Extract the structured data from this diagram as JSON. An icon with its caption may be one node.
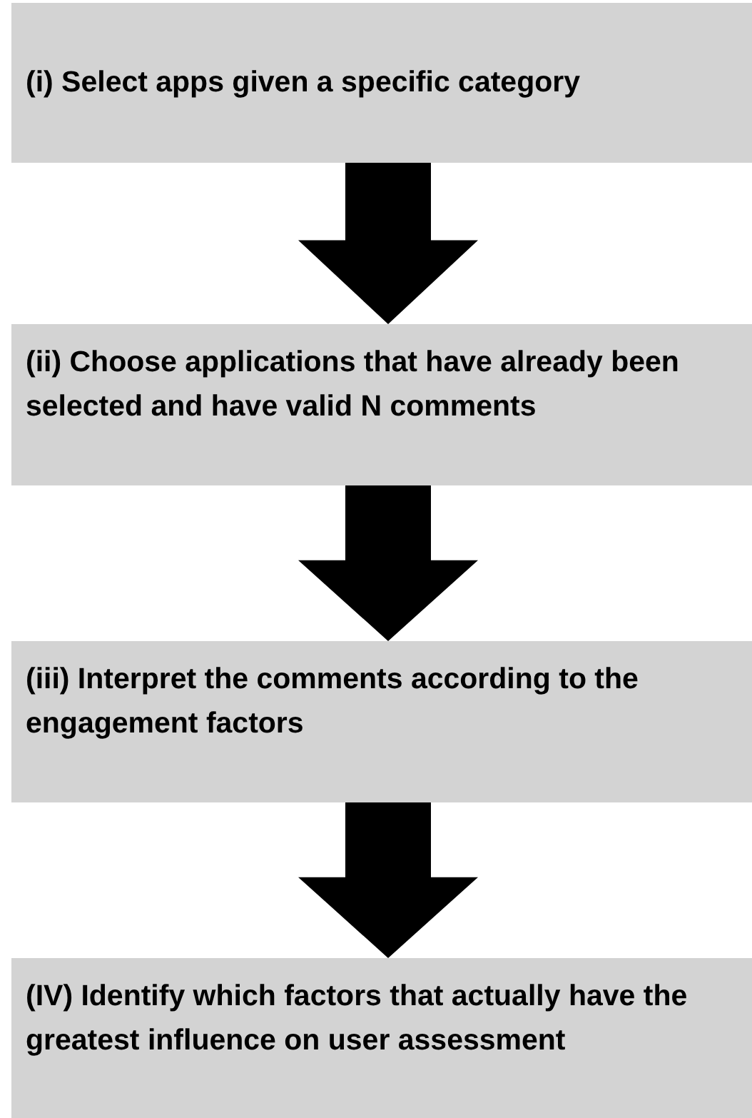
{
  "diagram": {
    "nodes": [
      {
        "text": [
          "(i) Select apps given a specific category"
        ]
      },
      {
        "text": [
          "(ii) Choose applications that have already been selected and have valid N comments"
        ]
      },
      {
        "text": [
          "(iii) Interpret the comments according to the engagement factors"
        ]
      },
      {
        "text": [
          "(IV) Identify which factors that actually have the greatest influence on user assessment"
        ]
      }
    ],
    "edges": [
      {
        "from": 0,
        "to": 1,
        "arrow": "to",
        "style": "thick"
      },
      {
        "from": 1,
        "to": 2,
        "arrow": "to",
        "style": "thick"
      },
      {
        "from": 2,
        "to": 3,
        "arrow": "to",
        "style": "thick"
      }
    ]
  }
}
